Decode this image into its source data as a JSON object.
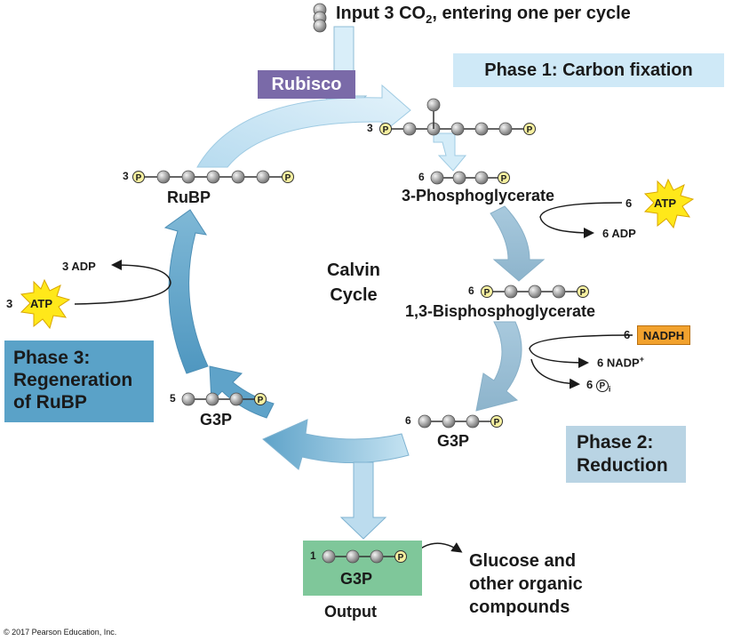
{
  "header": {
    "input_text": "Input 3 CO",
    "input_sub": "2",
    "input_suffix": ", entering one per cycle"
  },
  "phases": {
    "phase1": "Phase 1: Carbon fixation",
    "phase2_line1": "Phase 2:",
    "phase2_line2": "Reduction",
    "phase3_line1": "Phase 3:",
    "phase3_line2": "Regeneration",
    "phase3_line3": "of RuBP"
  },
  "enzyme": {
    "rubisco": "Rubisco"
  },
  "center": {
    "line1": "Calvin",
    "line2": "Cycle"
  },
  "molecules": {
    "rubp": {
      "count": "3",
      "label": "RuBP"
    },
    "intermediate": {
      "count": "3"
    },
    "pga": {
      "count": "6",
      "label": "3-Phosphoglycerate"
    },
    "bpg": {
      "count": "6",
      "label": "1,3-Bisphosphoglycerate"
    },
    "g3p_right": {
      "count": "6",
      "label": "G3P"
    },
    "g3p_left": {
      "count": "5",
      "label": "G3P"
    },
    "g3p_output": {
      "count": "1",
      "label": "G3P"
    }
  },
  "reactants": {
    "atp_right_count": "6",
    "atp_label": "ATP",
    "adp_right": "6 ADP",
    "nadph_count": "6",
    "nadph_label": "NADPH",
    "nadp_text": "6 NADP",
    "nadp_sup": "+",
    "pi_count": "6",
    "pi_symbol": "P",
    "pi_sub": "i",
    "atp_left_count": "3",
    "adp_left": "3 ADP"
  },
  "output": {
    "label": "Output",
    "products_line1": "Glucose and",
    "products_line2": "other organic",
    "products_line3": "compounds"
  },
  "phosphate_symbol": "P",
  "copyright": "© 2017 Pearson Education, Inc.",
  "colors": {
    "phase1_box": "#cfe9f7",
    "phase2_box": "#b9d4e4",
    "phase3_box": "#5aa2c8",
    "rubisco_box": "#7a6aa8",
    "nadph_box": "#f2a22e",
    "output_box": "#7fc79a",
    "atp_star": "#ffe81a",
    "phosphate": "#f6f0a0",
    "carbon": "#a9a9a9",
    "arrow_light": "#cde8f6",
    "arrow_dark": "#6aa9cc"
  }
}
